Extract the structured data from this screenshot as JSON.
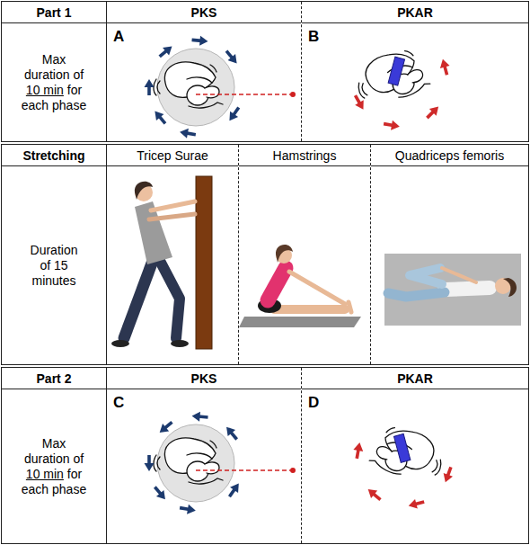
{
  "diagram": {
    "nodes": [
      {
        "text": [
          "Part 1",
          "Max duration of",
          "10 min",
          "for each phase"
        ]
      },
      {
        "text": [
          "PKS",
          "A"
        ],
        "in": 0
      },
      {
        "text": [
          "PKAR",
          "B"
        ],
        "in": 0
      },
      {
        "text": [
          "Stretching",
          "Duration of 15 minutes"
        ]
      },
      {
        "text": [
          "Tricep Surae"
        ],
        "in": 3
      },
      {
        "text": [
          "Hamstrings"
        ],
        "in": 3
      },
      {
        "text": [
          "Quadriceps femoris"
        ],
        "in": 3
      },
      {
        "text": [
          "Part 2",
          "Max duration of",
          "10 min",
          "for each phase"
        ]
      },
      {
        "text": [
          "PKS",
          "C"
        ],
        "in": 7
      },
      {
        "text": [
          "PKAR",
          "D"
        ],
        "in": 7
      }
    ]
  }
}
